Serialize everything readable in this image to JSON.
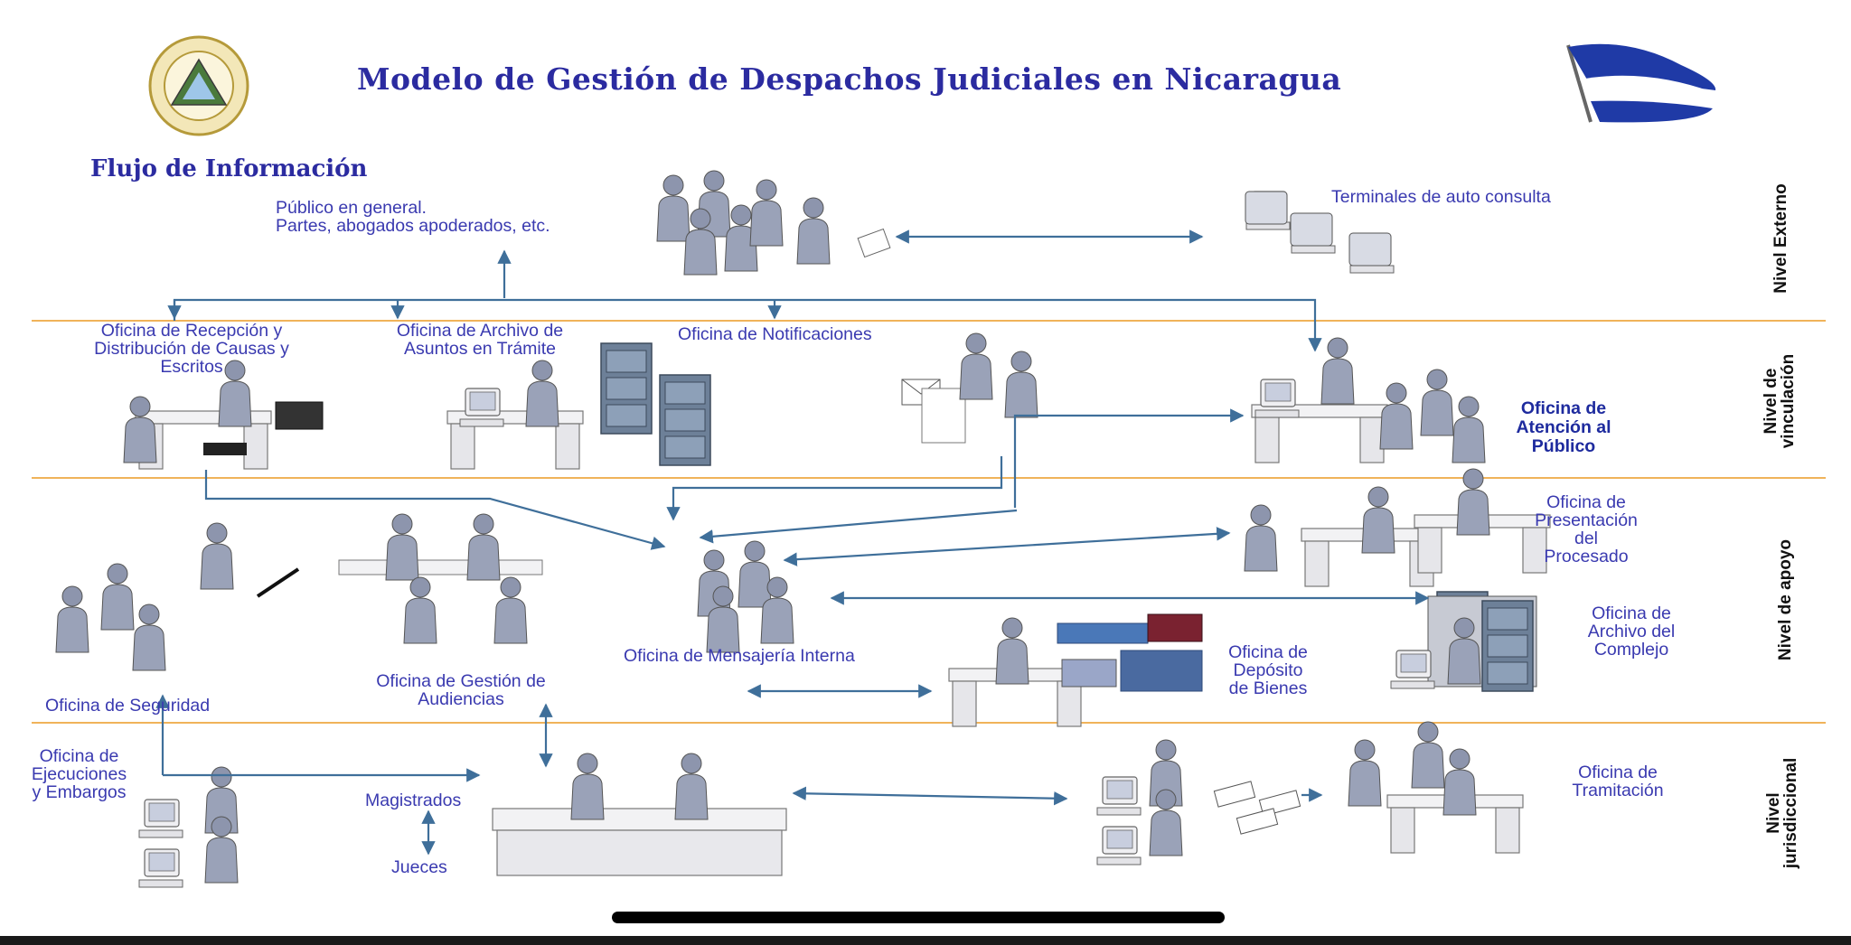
{
  "title": "Modelo de Gestión de Despachos Judiciales en Nicaragua",
  "subtitle": "Flujo de Información",
  "levels": {
    "externo": "Nivel Externo",
    "vinculacion": "Nivel de\nvinculación",
    "apoyo": "Nivel de apoyo",
    "jurisdiccional": "Nivel\njurisdiccional"
  },
  "nodes": {
    "publico": "Público en general.\nPartes, abogados apoderados, etc.",
    "terminales": "Terminales de auto consulta",
    "recepcion": "Oficina de Recepción y\nDistribución de Causas y\nEscritos",
    "archivo_tramite": "Oficina de Archivo de\nAsuntos en Trámite",
    "notificaciones": "Oficina de Notificaciones",
    "atencion": "Oficina de\nAtención al\nPúblico",
    "presentacion": "Oficina de\nPresentación\ndel\nProcesado",
    "archivo_complejo": "Oficina de\nArchivo del\nComplejo",
    "mensajeria": "Oficina de Mensajería Interna",
    "deposito": "Oficina de\nDepósito\nde Bienes",
    "seguridad": "Oficina de Seguridad",
    "audiencias": "Oficina de Gestión de\nAudiencias",
    "ejecuciones": "Oficina de\nEjecuciones\ny Embargos",
    "magistrados": "Magistrados",
    "jueces": "Jueces",
    "tramitacion": "Oficina de\nTramitación"
  },
  "colors": {
    "text": "#3a3ab0",
    "arrow": "#3f6f9a",
    "divider": "#f0b35a",
    "figure": "#9aa2b8",
    "furniture": "#e8e8ec"
  },
  "icons": [
    "nicaragua-seal-icon",
    "nicaragua-flag-icon"
  ]
}
